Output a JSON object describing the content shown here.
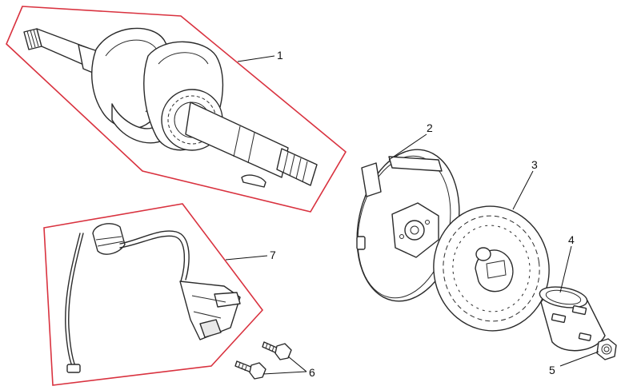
{
  "colors": {
    "group_outline": "#d9323f",
    "line_art": "#2a2a2a",
    "callout_text": "#111111",
    "background": "#ffffff"
  },
  "parts": [
    {
      "id": "1",
      "label": "1",
      "icon": "crankshaft-icon"
    },
    {
      "id": "2",
      "label": "2",
      "icon": "starter-cup-icon"
    },
    {
      "id": "3",
      "label": "3",
      "icon": "flywheel-icon"
    },
    {
      "id": "4",
      "label": "4",
      "icon": "starter-pulley-icon"
    },
    {
      "id": "5",
      "label": "5",
      "icon": "flange-nut-icon"
    },
    {
      "id": "6",
      "label": "6",
      "icon": "bolt-icon"
    },
    {
      "id": "7",
      "label": "7",
      "icon": "ignition-coil-icon"
    }
  ]
}
